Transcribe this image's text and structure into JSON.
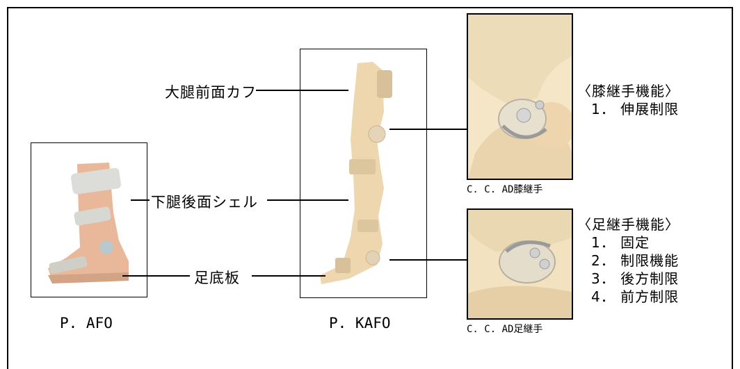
{
  "labels": {
    "thigh_cuff": "大腿前面カフ",
    "calf_shell": "下腿後面シェル",
    "footplate": "足底板"
  },
  "captions": {
    "afo": "P. AFO",
    "kafo": "P. KAFO",
    "knee_joint": "C. C. AD膝継手",
    "ankle_joint": "C. C. AD足継手"
  },
  "knee_functions": {
    "title": "〈膝継手機能〉",
    "items": [
      "1． 伸展制限"
    ]
  },
  "ankle_functions": {
    "title": "〈足継手機能〉",
    "items": [
      "1． 固定",
      "2． 制限機能",
      "3． 後方制限",
      "4． 前方制限"
    ]
  },
  "colors": {
    "skin": "#e8c9a6",
    "tan": "#f1ddb8",
    "strap": "#d9d4c6",
    "metal": "#c8c8c8"
  }
}
